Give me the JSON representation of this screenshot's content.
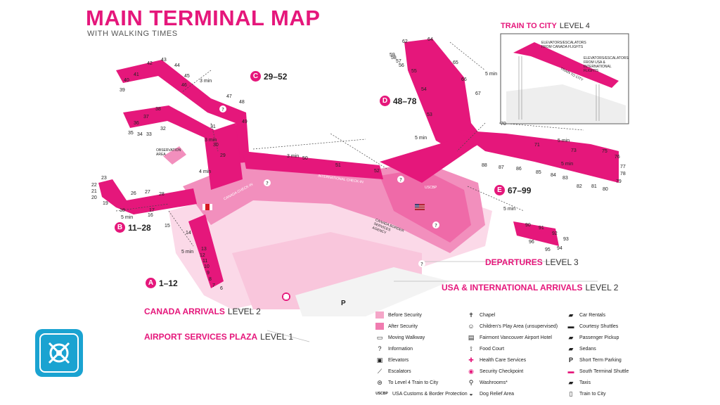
{
  "header": {
    "title": "MAIN TERMINAL MAP",
    "subtitle": "WITH WALKING TIMES"
  },
  "zones": [
    {
      "letter": "A",
      "range": "1–12"
    },
    {
      "letter": "B",
      "range": "11–28"
    },
    {
      "letter": "C",
      "range": "29–52"
    },
    {
      "letter": "D",
      "range": "48–78"
    },
    {
      "letter": "E",
      "range": "67–99"
    }
  ],
  "walk_time_label": "5 min",
  "walk_times": [
    "5 min",
    "5 min",
    "3 min",
    "3 min",
    "4 min",
    "3 min",
    "5 min",
    "5 min",
    "5 min",
    "5 min",
    "5 min"
  ],
  "gates": [
    "6",
    "7",
    "8",
    "9",
    "10",
    "11",
    "12",
    "13",
    "14",
    "15",
    "16",
    "17",
    "18",
    "19",
    "20",
    "21",
    "22",
    "23",
    "26",
    "27",
    "28",
    "29",
    "30",
    "31",
    "32",
    "33",
    "34",
    "35",
    "36",
    "37",
    "38",
    "39",
    "40",
    "41",
    "42",
    "43",
    "44",
    "45",
    "46",
    "47",
    "48",
    "49",
    "50",
    "51",
    "52",
    "53",
    "54",
    "55",
    "56",
    "57",
    "58",
    "59",
    "62",
    "64",
    "65",
    "66",
    "67",
    "70",
    "71",
    "73",
    "75",
    "76",
    "77",
    "78",
    "79",
    "80",
    "81",
    "82",
    "83",
    "84",
    "85",
    "86",
    "87",
    "88",
    "90",
    "91",
    "92",
    "93",
    "94",
    "95",
    "96"
  ],
  "levels": {
    "departures": {
      "name": "DEPARTURES",
      "level": "LEVEL 3"
    },
    "us_intl_arrivals": {
      "name": "USA & INTERNATIONAL ARRIVALS",
      "level": "LEVEL 2"
    },
    "canada_arrivals": {
      "name": "CANADA ARRIVALS",
      "level": "LEVEL 2"
    },
    "services_plaza": {
      "name": "AIRPORT SERVICES PLAZA",
      "level": "LEVEL 1"
    }
  },
  "inset": {
    "title": "TRAIN TO CITY",
    "level": "LEVEL 4",
    "label_canada": "ELEVATORS/ESCALATORS FROM CANADA FLIGHTS",
    "label_usa": "ELEVATORS/ESCALATORS FROM USA & INTERNATIONAL FLIGHTS",
    "label_train": "TRAIN TO CITY"
  },
  "map_labels": {
    "observation": "OBSERVATION AREA",
    "international_shops": "INTERNATIONAL CHECK-IN",
    "canada_border": "CANADA BORDER SERVICES AGENCY",
    "uscbp": "USCBP",
    "canada_checkin": "CANADA CHECK-IN"
  },
  "legend_left": [
    {
      "icon": "swatch-before",
      "label": "Before Security"
    },
    {
      "icon": "swatch-after",
      "label": "After Security"
    },
    {
      "icon": "walkway-icon",
      "label": "Moving Walkway"
    },
    {
      "icon": "info-icon",
      "label": "Information"
    },
    {
      "icon": "elevator-icon",
      "label": "Elevators"
    },
    {
      "icon": "escalator-icon",
      "label": "Escalators"
    },
    {
      "icon": "train-level4-icon",
      "label": "To Level 4 Train to City"
    },
    {
      "icon": "uscbp-icon",
      "label": "USA Customs & Border Protection"
    }
  ],
  "legend_mid": [
    {
      "icon": "chapel-icon",
      "label": "Chapel"
    },
    {
      "icon": "play-area-icon",
      "label": "Children's Play Area (unsupervised)"
    },
    {
      "icon": "hotel-icon",
      "label": "Fairmont Vancouver Airport Hotel"
    },
    {
      "icon": "food-icon",
      "label": "Food Court"
    },
    {
      "icon": "health-icon",
      "label": "Health Care Services"
    },
    {
      "icon": "security-icon",
      "label": "Security Checkpoint"
    },
    {
      "icon": "washroom-icon",
      "label": "Washrooms*"
    },
    {
      "icon": "dog-icon",
      "label": "Dog Relief Area"
    }
  ],
  "legend_right": [
    {
      "icon": "car-icon",
      "label": "Car Rentals"
    },
    {
      "icon": "shuttle-icon",
      "label": "Courtesy Shuttles"
    },
    {
      "icon": "pickup-icon",
      "label": "Passenger Pickup"
    },
    {
      "icon": "sedan-icon",
      "label": "Sedans"
    },
    {
      "icon": "parking-icon",
      "label": "Short Term Parking"
    },
    {
      "icon": "south-shuttle-icon",
      "label": "South Terminal Shuttle"
    },
    {
      "icon": "taxi-icon",
      "label": "Taxis"
    },
    {
      "icon": "train-icon",
      "label": "Train to City"
    }
  ],
  "colors": {
    "accent": "#e5177b",
    "before_security": "#f5a6c8",
    "after_security": "#f07cb0",
    "app_icon": "#1aa3d1"
  }
}
